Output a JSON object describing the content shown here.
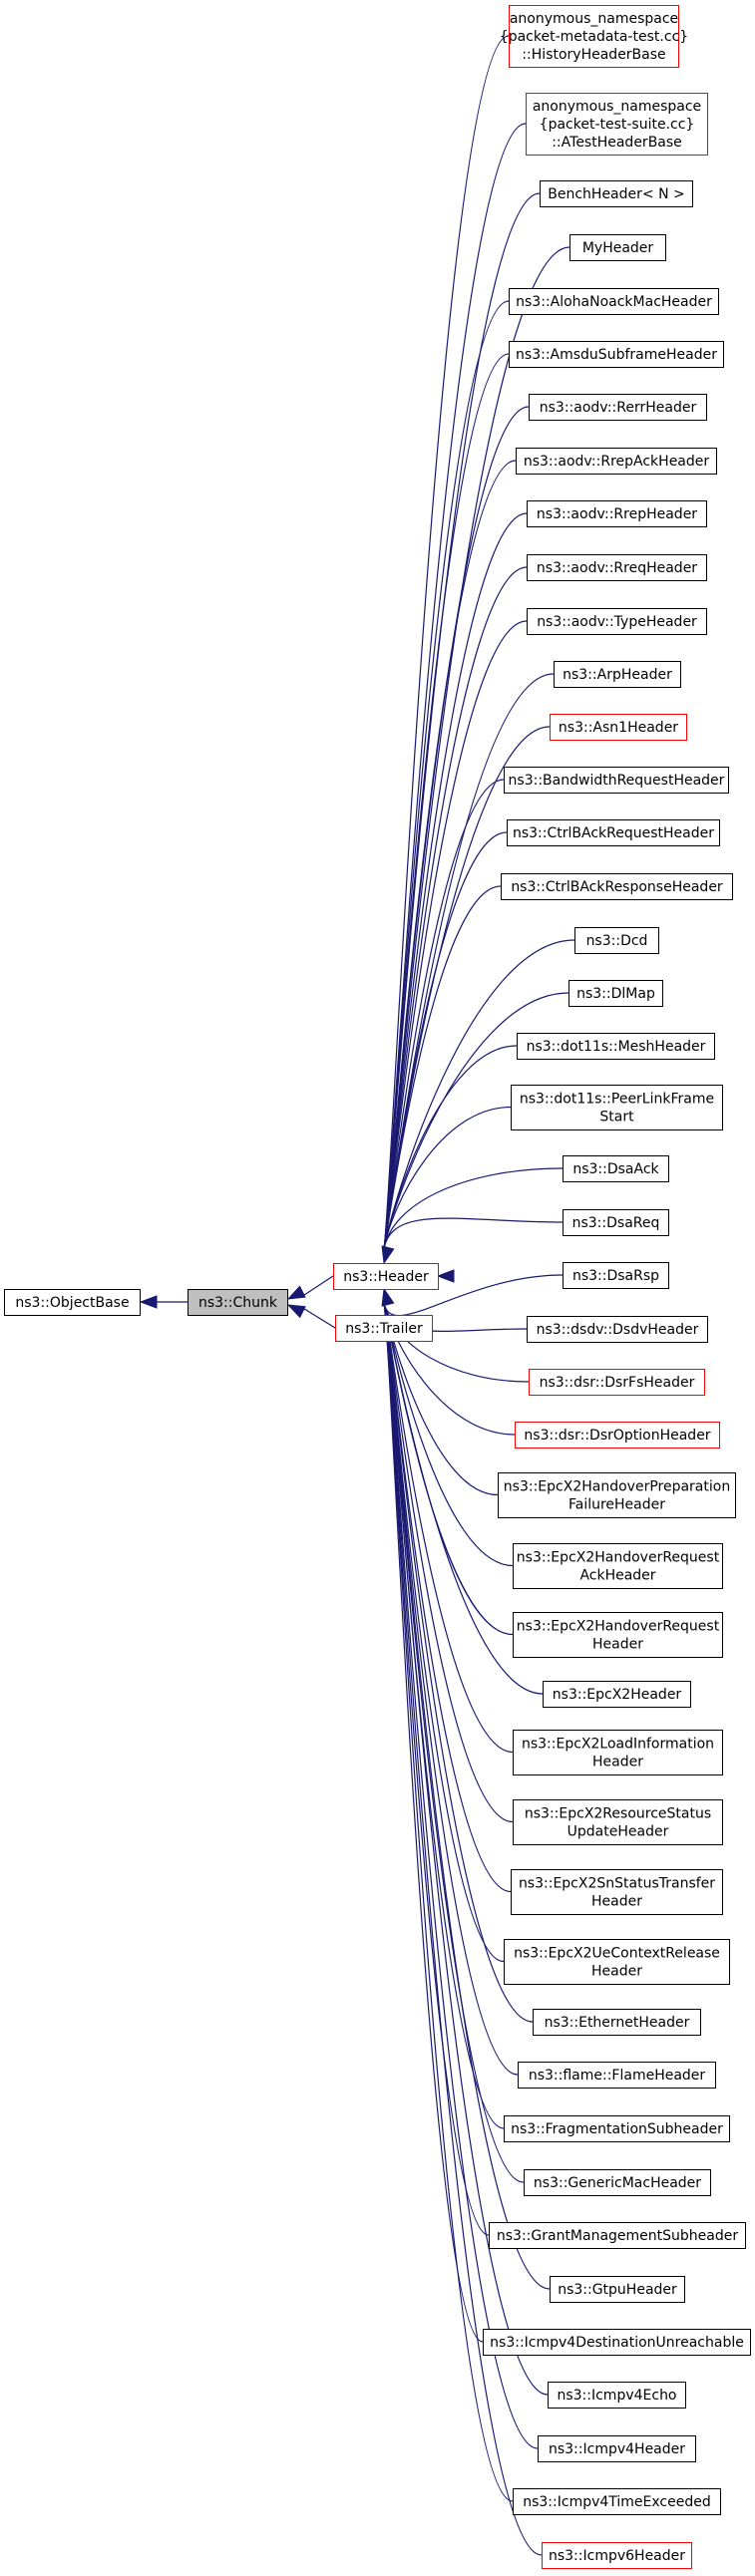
{
  "diagram": {
    "root": {
      "label": "ns3::ObjectBase",
      "style": "normal"
    },
    "chunk": {
      "label": "ns3::Chunk",
      "style": "selected"
    },
    "header": {
      "label": "ns3::Header",
      "style": "red"
    },
    "trailer": {
      "label": "ns3::Trailer",
      "style": "red"
    },
    "subclasses": [
      {
        "lines": [
          "anonymous_namespace",
          "{packet-metadata-test.cc}",
          "::HistoryHeaderBase"
        ],
        "style": "red"
      },
      {
        "lines": [
          "anonymous_namespace",
          "{packet-test-suite.cc}",
          "::ATestHeaderBase"
        ],
        "style": "red"
      },
      {
        "lines": [
          "BenchHeader< N >"
        ],
        "style": "normal"
      },
      {
        "lines": [
          "MyHeader"
        ],
        "style": "normal"
      },
      {
        "lines": [
          "ns3::AlohaNoackMacHeader"
        ],
        "style": "normal"
      },
      {
        "lines": [
          "ns3::AmsduSubframeHeader"
        ],
        "style": "normal"
      },
      {
        "lines": [
          "ns3::aodv::RerrHeader"
        ],
        "style": "normal"
      },
      {
        "lines": [
          "ns3::aodv::RrepAckHeader"
        ],
        "style": "normal"
      },
      {
        "lines": [
          "ns3::aodv::RrepHeader"
        ],
        "style": "normal"
      },
      {
        "lines": [
          "ns3::aodv::RreqHeader"
        ],
        "style": "normal"
      },
      {
        "lines": [
          "ns3::aodv::TypeHeader"
        ],
        "style": "normal"
      },
      {
        "lines": [
          "ns3::ArpHeader"
        ],
        "style": "normal"
      },
      {
        "lines": [
          "ns3::Asn1Header"
        ],
        "style": "red"
      },
      {
        "lines": [
          "ns3::BandwidthRequestHeader"
        ],
        "style": "normal"
      },
      {
        "lines": [
          "ns3::CtrlBAckRequestHeader"
        ],
        "style": "normal"
      },
      {
        "lines": [
          "ns3::CtrlBAckResponseHeader"
        ],
        "style": "normal"
      },
      {
        "lines": [
          "ns3::Dcd"
        ],
        "style": "normal"
      },
      {
        "lines": [
          "ns3::DlMap"
        ],
        "style": "normal"
      },
      {
        "lines": [
          "ns3::dot11s::MeshHeader"
        ],
        "style": "normal"
      },
      {
        "lines": [
          "ns3::dot11s::PeerLinkFrame",
          "Start"
        ],
        "style": "normal"
      },
      {
        "lines": [
          "ns3::DsaAck"
        ],
        "style": "normal"
      },
      {
        "lines": [
          "ns3::DsaReq"
        ],
        "style": "normal"
      },
      {
        "lines": [
          "ns3::DsaRsp"
        ],
        "style": "normal"
      },
      {
        "lines": [
          "ns3::dsdv::DsdvHeader"
        ],
        "style": "normal"
      },
      {
        "lines": [
          "ns3::dsr::DsrFsHeader"
        ],
        "style": "red"
      },
      {
        "lines": [
          "ns3::dsr::DsrOptionHeader"
        ],
        "style": "red"
      },
      {
        "lines": [
          "ns3::EpcX2HandoverPreparation",
          "FailureHeader"
        ],
        "style": "normal"
      },
      {
        "lines": [
          "ns3::EpcX2HandoverRequest",
          "AckHeader"
        ],
        "style": "normal"
      },
      {
        "lines": [
          "ns3::EpcX2HandoverRequest",
          "Header"
        ],
        "style": "normal"
      },
      {
        "lines": [
          "ns3::EpcX2Header"
        ],
        "style": "normal"
      },
      {
        "lines": [
          "ns3::EpcX2LoadInformation",
          "Header"
        ],
        "style": "normal"
      },
      {
        "lines": [
          "ns3::EpcX2ResourceStatus",
          "UpdateHeader"
        ],
        "style": "normal"
      },
      {
        "lines": [
          "ns3::EpcX2SnStatusTransfer",
          "Header"
        ],
        "style": "normal"
      },
      {
        "lines": [
          "ns3::EpcX2UeContextRelease",
          "Header"
        ],
        "style": "normal"
      },
      {
        "lines": [
          "ns3::EthernetHeader"
        ],
        "style": "normal"
      },
      {
        "lines": [
          "ns3::flame::FlameHeader"
        ],
        "style": "normal"
      },
      {
        "lines": [
          "ns3::FragmentationSubheader"
        ],
        "style": "normal"
      },
      {
        "lines": [
          "ns3::GenericMacHeader"
        ],
        "style": "normal"
      },
      {
        "lines": [
          "ns3::GrantManagementSubheader"
        ],
        "style": "normal"
      },
      {
        "lines": [
          "ns3::GtpuHeader"
        ],
        "style": "normal"
      },
      {
        "lines": [
          "ns3::Icmpv4DestinationUnreachable"
        ],
        "style": "normal"
      },
      {
        "lines": [
          "ns3::Icmpv4Echo"
        ],
        "style": "normal"
      },
      {
        "lines": [
          "ns3::Icmpv4Header"
        ],
        "style": "normal"
      },
      {
        "lines": [
          "ns3::Icmpv4TimeExceeded"
        ],
        "style": "normal"
      },
      {
        "lines": [
          "ns3::Icmpv6Header"
        ],
        "style": "red"
      }
    ],
    "colors": {
      "edge": "#191970",
      "normal_border": "#000000",
      "red_border": "#ff0000",
      "selected_fill": "#bfbfbf",
      "node_fill": "#ffffff"
    }
  }
}
